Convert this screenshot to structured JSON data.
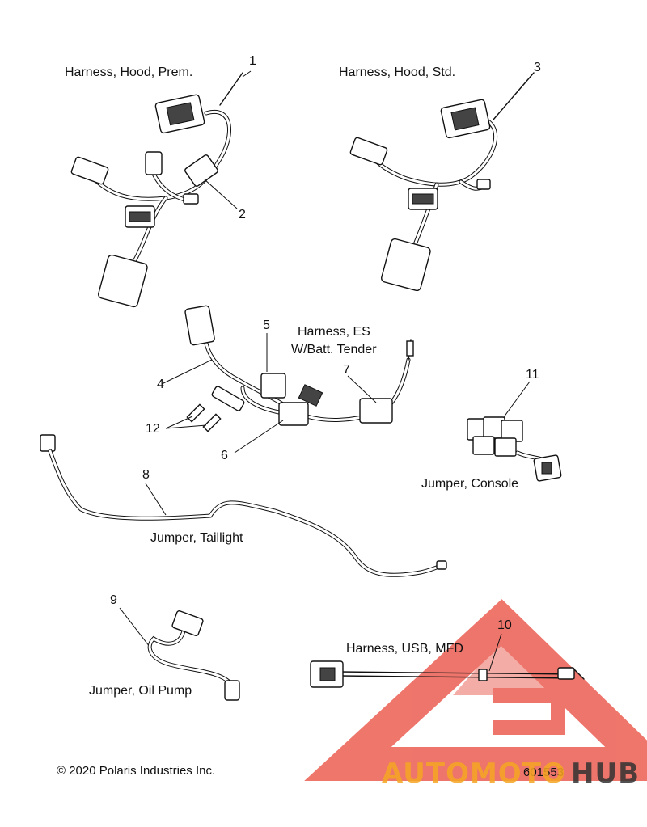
{
  "labels": {
    "harness_hood_prem": "Harness, Hood, Prem.",
    "harness_hood_std": "Harness, Hood, Std.",
    "harness_es_line1": "Harness, ES",
    "harness_es_line2": "W/Batt. Tender",
    "jumper_console": "Jumper, Console",
    "jumper_taillight": "Jumper, Taillight",
    "jumper_oil_pump": "Jumper, Oil Pump",
    "harness_usb_mfd": "Harness, USB, MFD"
  },
  "callouts": {
    "n1": "1",
    "n2": "2",
    "n3": "3",
    "n4": "4",
    "n5": "5",
    "n6": "6",
    "n7": "7",
    "n8": "8",
    "n9": "9",
    "n10": "10",
    "n11": "11",
    "n12": "12"
  },
  "footer": {
    "copyright": "© 2020 Polaris Industries Inc.",
    "figure_number": "601553"
  },
  "watermark": {
    "text_orange": "AUTOMOTO",
    "text_dark": "HUB",
    "color_red": "#e8483a",
    "color_orange": "#f5a623",
    "color_dark": "#333333"
  }
}
